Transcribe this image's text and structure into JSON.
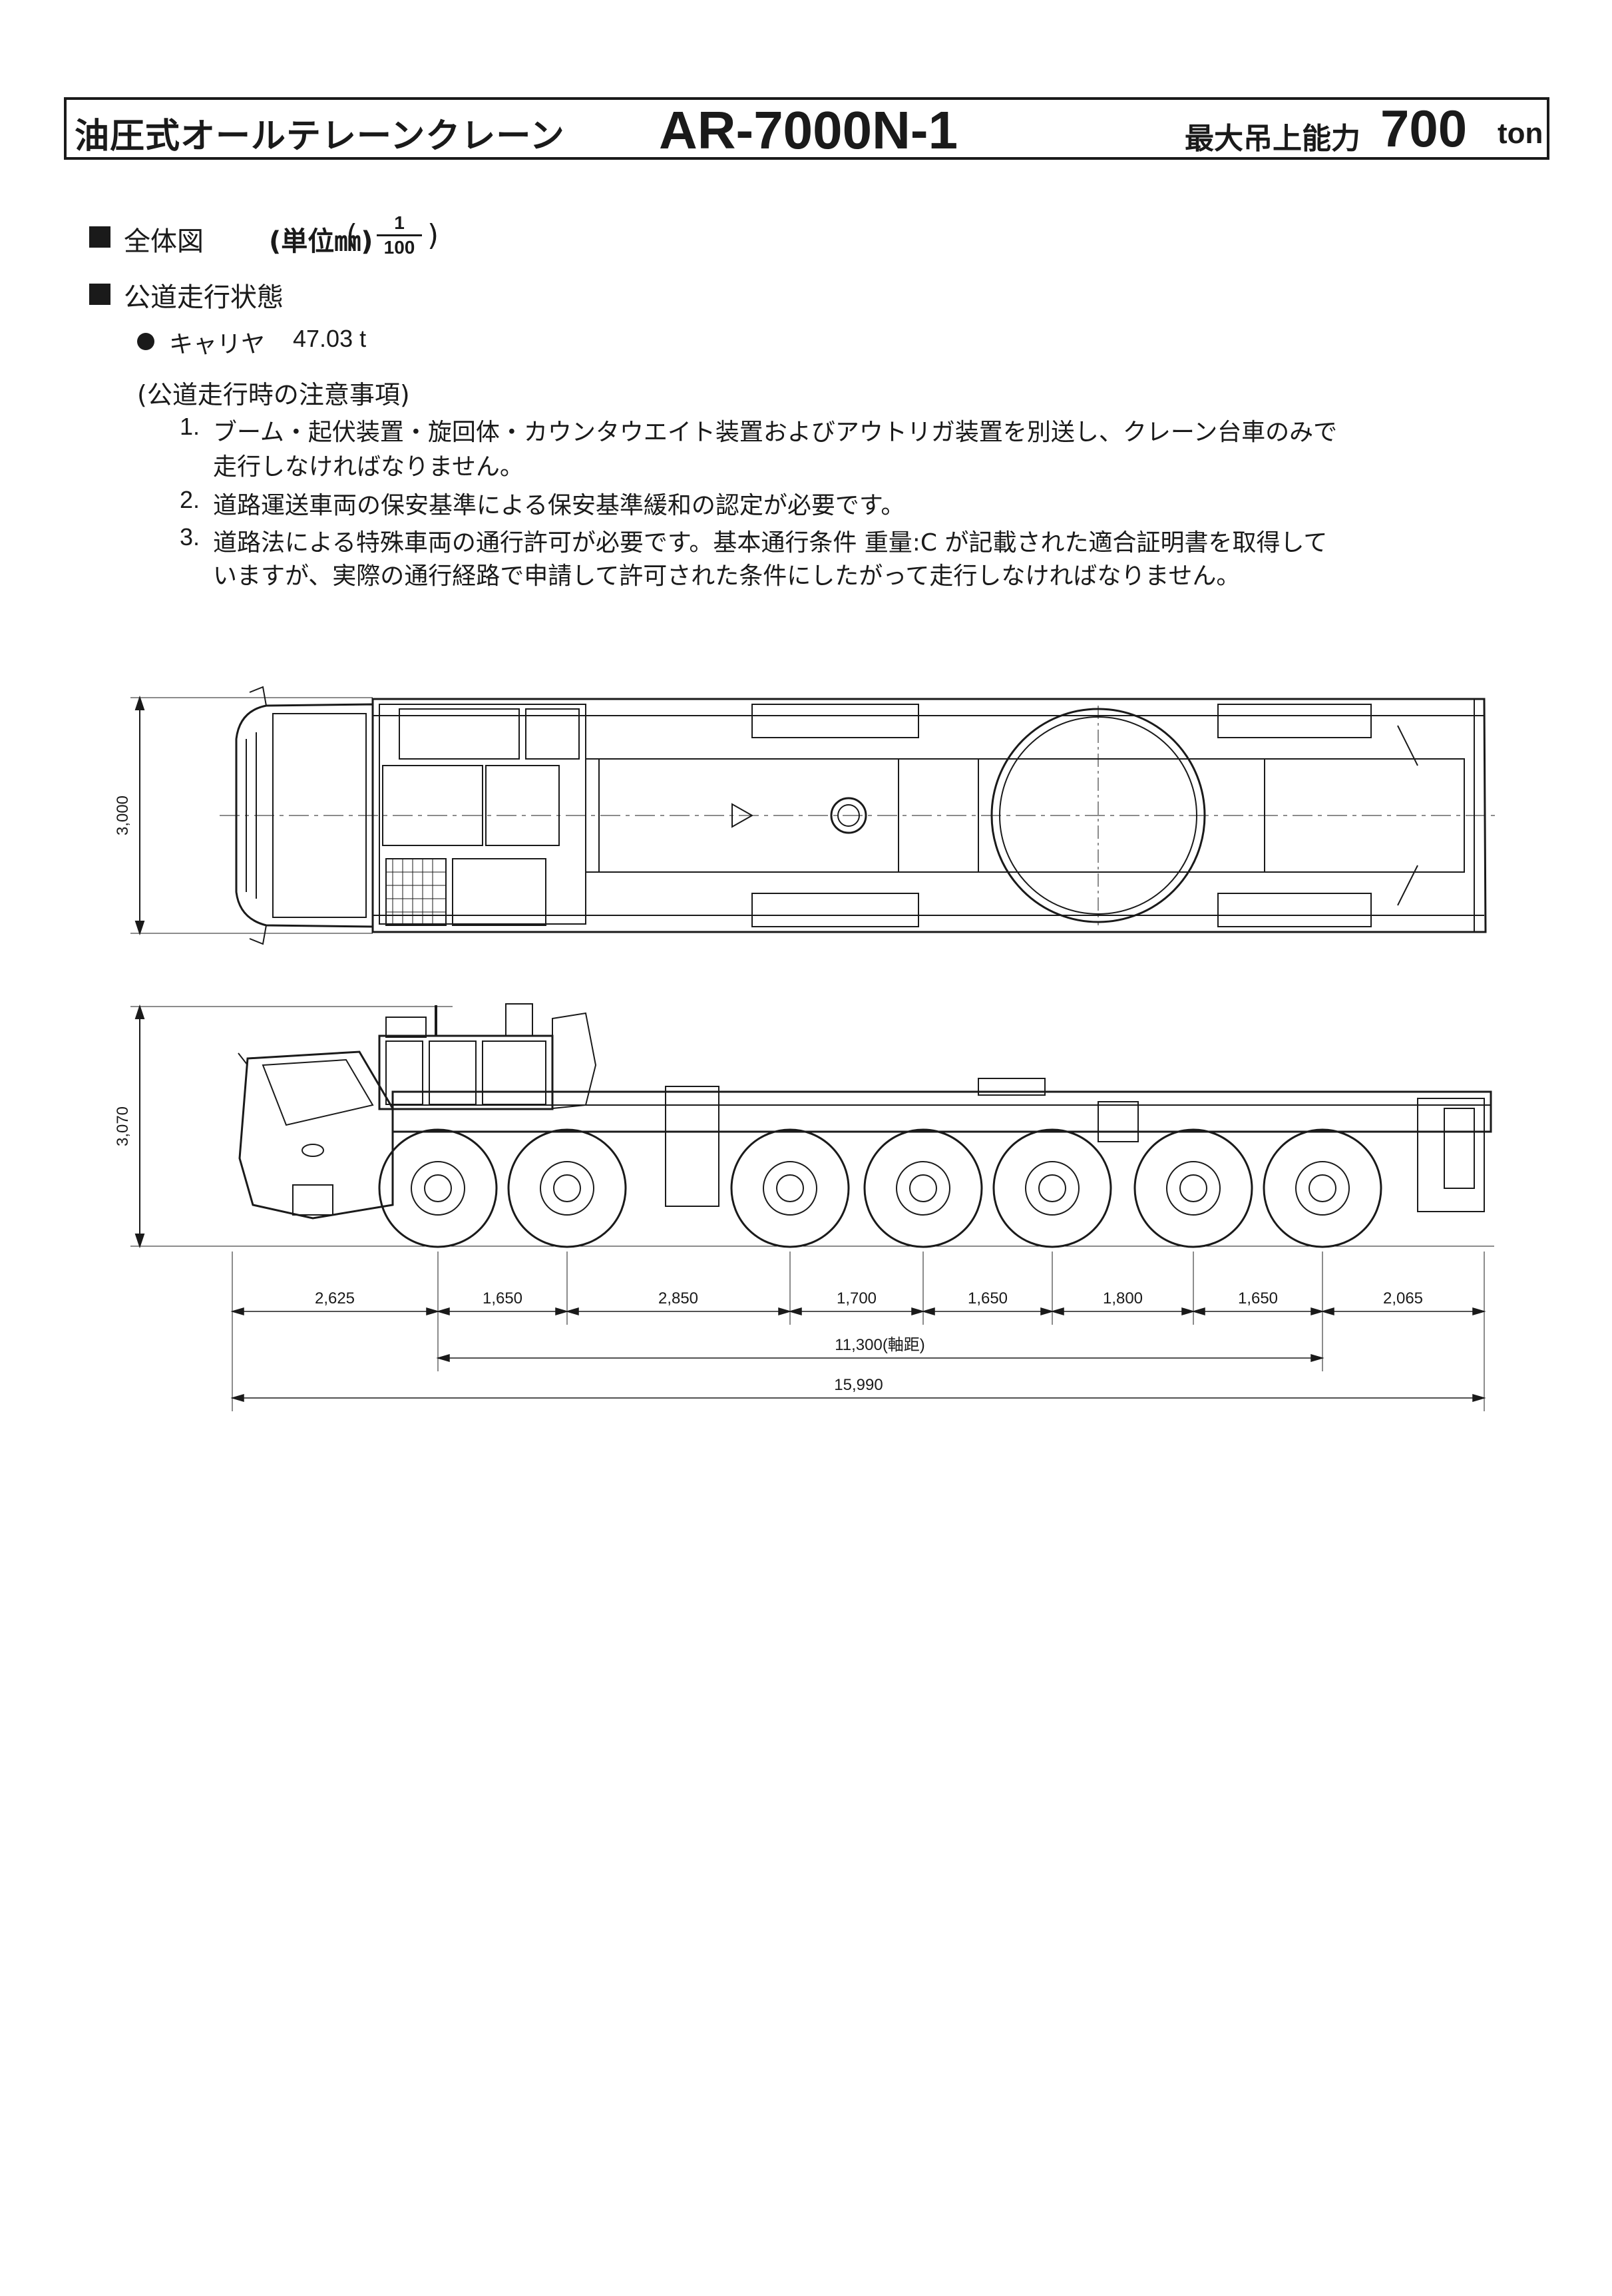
{
  "header": {
    "title": "油圧式オールテレーンクレーン",
    "model": "AR-7000N-1",
    "capacity_label": "最大吊上能力",
    "capacity_value": "700",
    "capacity_unit": "ton"
  },
  "section_overall": {
    "label": "全体図",
    "unit": "(単位㎜)",
    "paren_open": "(",
    "scale_numerator": "1",
    "scale_denominator": "100",
    "paren_close": ")"
  },
  "section_road": {
    "label": "公道走行状態",
    "carrier_label": "キャリヤ",
    "carrier_weight": "47.03 t"
  },
  "notes": {
    "title": "(公道走行時の注意事項)",
    "items": [
      {
        "num": "1.",
        "lines": [
          "ブーム・起伏装置・旋回体・カウンタウエイト装置およびアウトリガ装置を別送し、クレーン台車のみで",
          "走行しなければなりません。"
        ]
      },
      {
        "num": "2.",
        "lines": [
          "道路運送車両の保安基準による保安基準緩和の認定が必要です。"
        ]
      },
      {
        "num": "3.",
        "lines": [
          "道路法による特殊車両の通行許可が必要です。基本通行条件 重量:C が記載された適合証明書を取得して",
          "いますが、実際の通行経路で申請して許可された条件にしたがって走行しなければなりません。"
        ]
      }
    ]
  },
  "drawing": {
    "top_view_width": "3,000",
    "side_view_height": "3,070",
    "segments": [
      "2,625",
      "1,650",
      "2,850",
      "1,700",
      "1,650",
      "1,800",
      "1,650",
      "2,065"
    ],
    "wheelbase": "11,300(軸距)",
    "overall_length": "15,990",
    "axle_count": 7
  }
}
